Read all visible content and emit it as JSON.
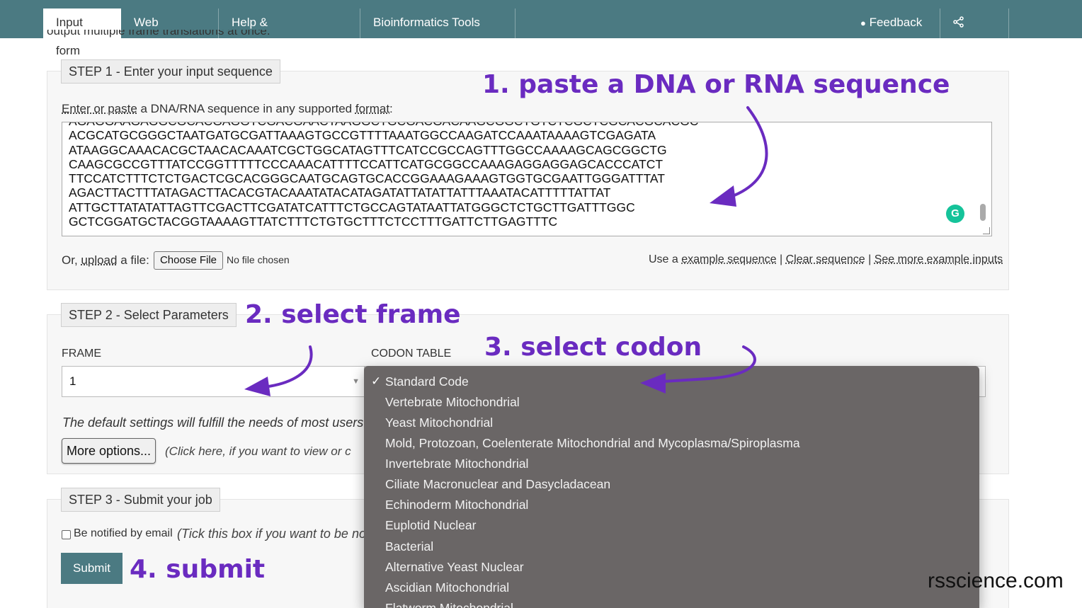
{
  "nav": {
    "tabs": [
      "Input form",
      "Web services",
      "Help & Documentation",
      "Bioinformatics Tools FAQ"
    ],
    "feedback": "Feedback",
    "share": "Share"
  },
  "intro_clip": "output multiple frame translations at once.",
  "step1": {
    "legend": "STEP 1 - Enter your input sequence",
    "prompt_a": "Enter or paste",
    "prompt_b": " a DNA/RNA sequence in any supported ",
    "prompt_c": "format",
    "prompt_d": ":",
    "sequence_lines": [
      "AGAGGAAGAGGCGCACGAGGTCGACGAACTAAGGCTGCGACGACAAGCGGCTGTCTCGCTCGCACGCACGC",
      "ACGCATGCGGGCTAATGATGCGATTAAAGTGCCGTTTTAAATGGCCAAGATCCAAATAAAAGTCGAGATA",
      "ATAAGGCAAACACGCTAACACAAATCGCTGGCATAGTTTCATCCGCCAGTTTGGCCAAAAGCAGCGGCTG",
      "CAAGCGCCGTTTATCCGGTTTTTCCCAAACATTTTCCATTCATGCGGCCAAAGAGGAGGAGCACCCATCT",
      "TTCCATCTTTCTCTGACTCGCACGGGCAATGCAGTGCACCGGAAAGAAAGTGGTGCGAATTGGGATTTAT",
      "AGACTTACTTTATAGACTTACACGTACAAATATACATAGATATTATATTATTTAAATACATTTTTATTAT",
      "ATTGCTTATATATTAGTTCGACTTCGATATCATTTCTGCCAGTATAATTATGGGCTCTGCTTGATTTGGC",
      "GCTCGGATGCTACGGTAAAAGTTATCTTTCTGTGCTTTCTCCTTTGATTCTTGAGTTTC"
    ],
    "upload_a": "Or, ",
    "upload_b": "upload",
    "upload_c": " a file:",
    "choose_file": "Choose File",
    "no_file": "No file chosen",
    "use_a": "Use a ",
    "example_link": "example sequence",
    "sep": " | ",
    "clear_link": "Clear sequence",
    "more_link": "See more example inputs"
  },
  "step2": {
    "legend": "STEP 2 - Select Parameters",
    "frame_label": "FRAME",
    "frame_value": "1",
    "codon_label": "CODON TABLE",
    "codon_options": [
      "Standard Code",
      "Vertebrate Mitochondrial",
      "Yeast Mitochondrial",
      "Mold, Protozoan, Coelenterate Mitochondrial and Mycoplasma/Spiroplasma",
      "Invertebrate Mitochondrial",
      "Ciliate Macronuclear and Dasycladacean",
      "Echinoderm Mitochondrial",
      "Euplotid Nuclear",
      "Bacterial",
      "Alternative Yeast Nuclear",
      "Ascidian Mitochondrial",
      "Flatworm Mitochondrial"
    ],
    "selected_check": "✓",
    "default_note": "The default settings will fulfill the needs of most users",
    "more_options": "More options...",
    "more_hint": "(Click here, if you want to view or c"
  },
  "step3": {
    "legend": "STEP 3 - Submit your job",
    "notify_label": "Be notified by email",
    "notify_hint": "(Tick this box if you want to be no",
    "submit": "Submit"
  },
  "annotations": {
    "a1": "1. paste a DNA or RNA sequence",
    "a2": "2. select frame",
    "a3": "3. select codon",
    "a4": "4. submit"
  },
  "watermark": "rsscience.com",
  "colors": {
    "nav": "#4b7a82",
    "annotation": "#6a2bc0",
    "dropdown": "#6a6666"
  }
}
